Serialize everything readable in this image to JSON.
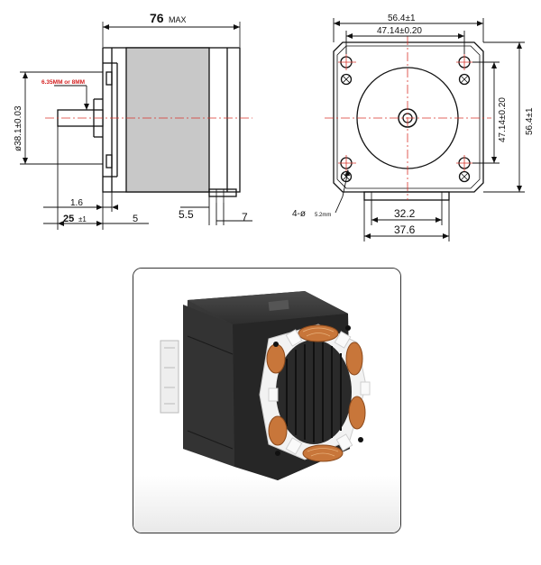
{
  "side_view": {
    "length_label": "76",
    "length_suffix": "MAX",
    "shaft_note": "6.35MM or 8MM",
    "shaft_diameter": "ø38.1±0.03",
    "flange_thickness": "1.6",
    "shaft_length": "25",
    "shaft_length_tol": "±1",
    "boss_length": "5",
    "terminal_offset": "5.5",
    "terminal_width": "7"
  },
  "front_view": {
    "outer_width_top": "56.4±1",
    "hole_spacing_top": "47.14±0.20",
    "hole_spacing_side": "47.14±0.20",
    "outer_height_side": "56.4±1",
    "hole_note_prefix": "4-ø",
    "hole_note_size": "5.2mm",
    "connector_width": "32.2",
    "connector_outer_width": "37.6"
  },
  "colors": {
    "line": "#111111",
    "center_line": "#d9342b",
    "note_red": "#d42020",
    "body_gray": "#c8c8c8",
    "motor_black": "#2c2c2c",
    "copper": "#c8763a"
  }
}
